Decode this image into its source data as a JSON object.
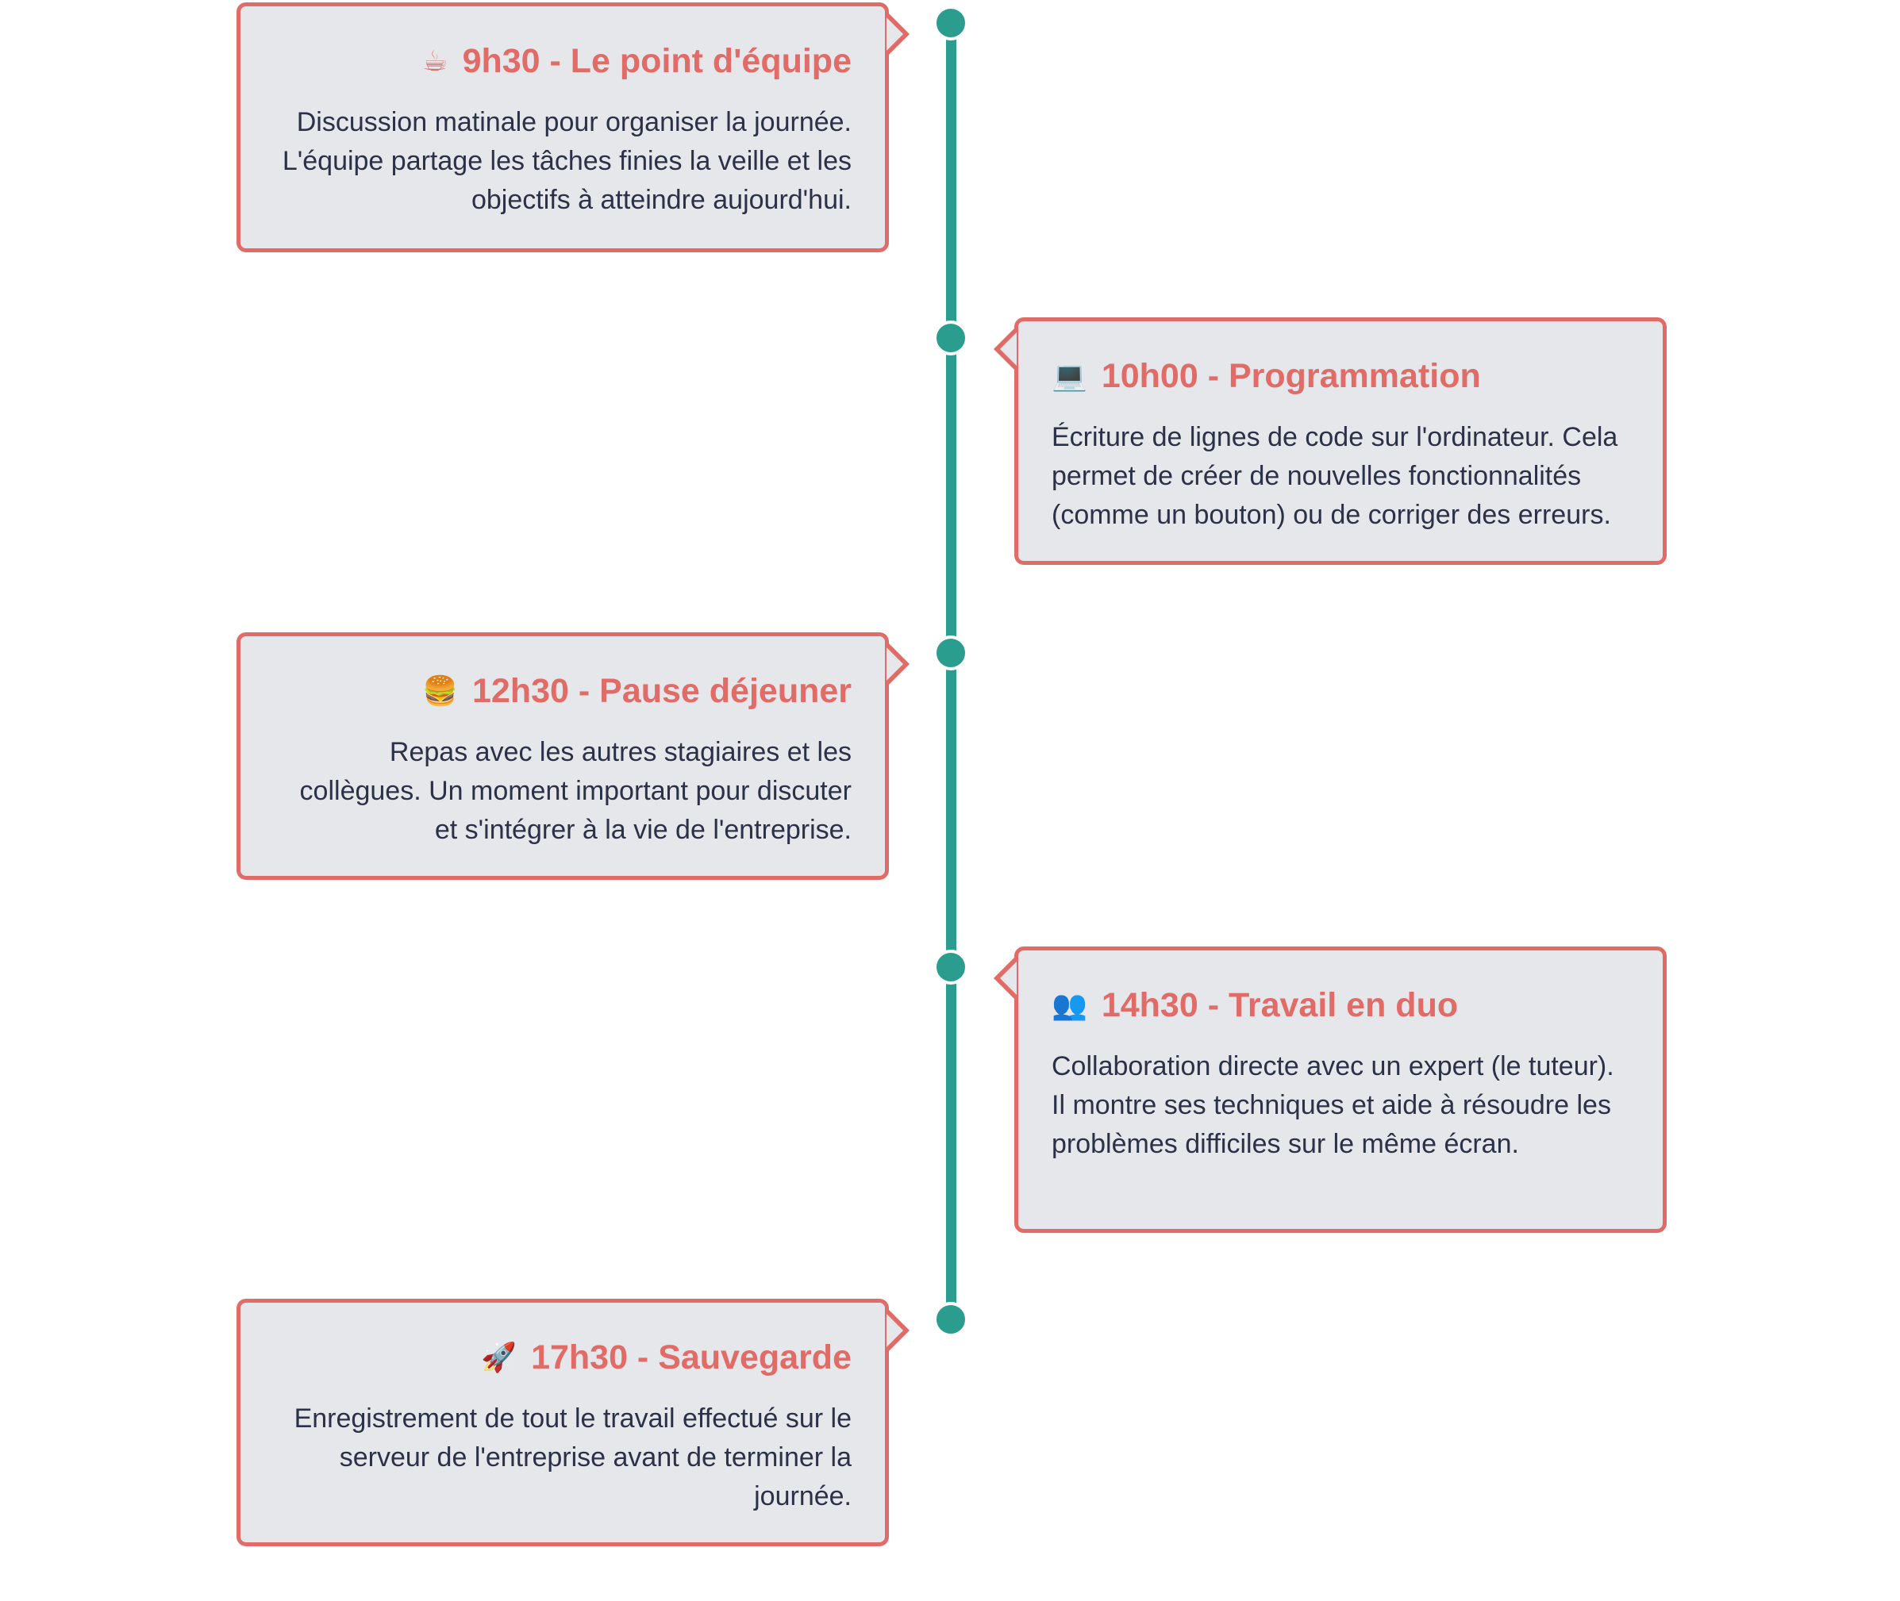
{
  "events": [
    {
      "icon": "☕",
      "icon_name": "coffee-cup-icon",
      "title": "9h30 - Le point d'équipe",
      "description": "Discussion matinale pour organiser la journée. L'équipe partage les tâches finies la veille et les objectifs à atteindre aujourd'hui."
    },
    {
      "icon": "💻",
      "icon_name": "laptop-icon",
      "title": "10h00 - Programmation",
      "description": "Écriture de lignes de code sur l'ordinateur. Cela permet de créer de nouvelles fonctionnalités (comme un bouton) ou de corriger des erreurs."
    },
    {
      "icon": "🍔",
      "icon_name": "burger-icon",
      "title": "12h30 - Pause déjeuner",
      "description": "Repas avec les autres stagiaires et les collègues. Un moment important pour discuter et s'intégrer à la vie de l'entreprise."
    },
    {
      "icon": "👥",
      "icon_name": "people-icon",
      "title": "14h30 - Travail en duo",
      "description": "Collaboration directe avec un expert (le tuteur). Il montre ses techniques et aide à résoudre les problèmes difficiles sur le même écran."
    },
    {
      "icon": "🚀",
      "icon_name": "rocket-icon",
      "title": "17h30 - Sauvegarde",
      "description": "Enregistrement de tout le travail effectué sur le serveur de l'entreprise avant de terminer la journée."
    }
  ],
  "colors": {
    "line": "#2a9d8f",
    "card_border": "#e06b67",
    "card_background": "#e5e7eb",
    "title": "#e06b67",
    "text": "#2b3147"
  }
}
